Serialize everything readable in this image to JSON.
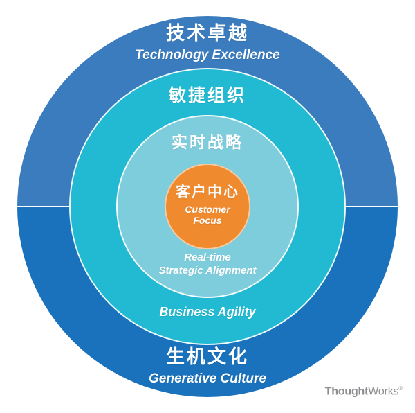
{
  "diagram": {
    "title_cn": "技术卓越",
    "colors": {
      "outer_ring_top": "#3A7CBE",
      "outer_ring_bottom": "#1B72BC",
      "cyan_ring": "#21BAD2",
      "light_blue_ring": "#7ECDDC",
      "core": "#F08A2E",
      "background": "#FFFFFF",
      "logo_gray": "#8B8D90"
    },
    "rings": [
      {
        "id": "outer",
        "top_label_cn": "技术卓越",
        "top_label_en": "Technology Excellence",
        "bottom_label_cn": "生机文化",
        "bottom_label_en": "Generative Culture"
      },
      {
        "id": "cyan",
        "top_label_cn": "敏捷组织",
        "bottom_label_en": "Business Agility"
      },
      {
        "id": "light_blue",
        "top_label_cn": "实时战略",
        "bottom_label_en_line1": "Real-time",
        "bottom_label_en_line2": "Strategic Alignment"
      },
      {
        "id": "core",
        "label_cn": "客户中心",
        "label_en_line1": "Customer",
        "label_en_line2": "Focus"
      }
    ]
  },
  "logo": {
    "bold_part": "Thought",
    "regular_part": "Works",
    "trademark": "®"
  }
}
